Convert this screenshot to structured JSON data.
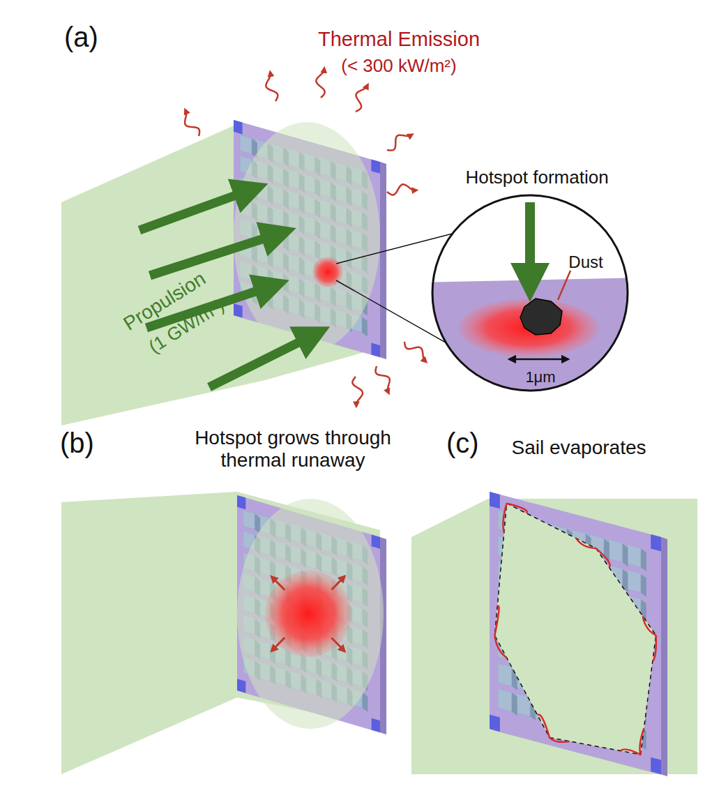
{
  "diagram": {
    "labels": [
      "(a)",
      "Thermal Emission",
      "(< 300 kW/m²)",
      "Propulsion",
      "(1 GW/m²)",
      "Hotspot formation",
      "Dust",
      "1μm",
      "(b)",
      "Hotspot grows through thermal runaway",
      "(c)",
      "Sail evaporates"
    ]
  }
}
